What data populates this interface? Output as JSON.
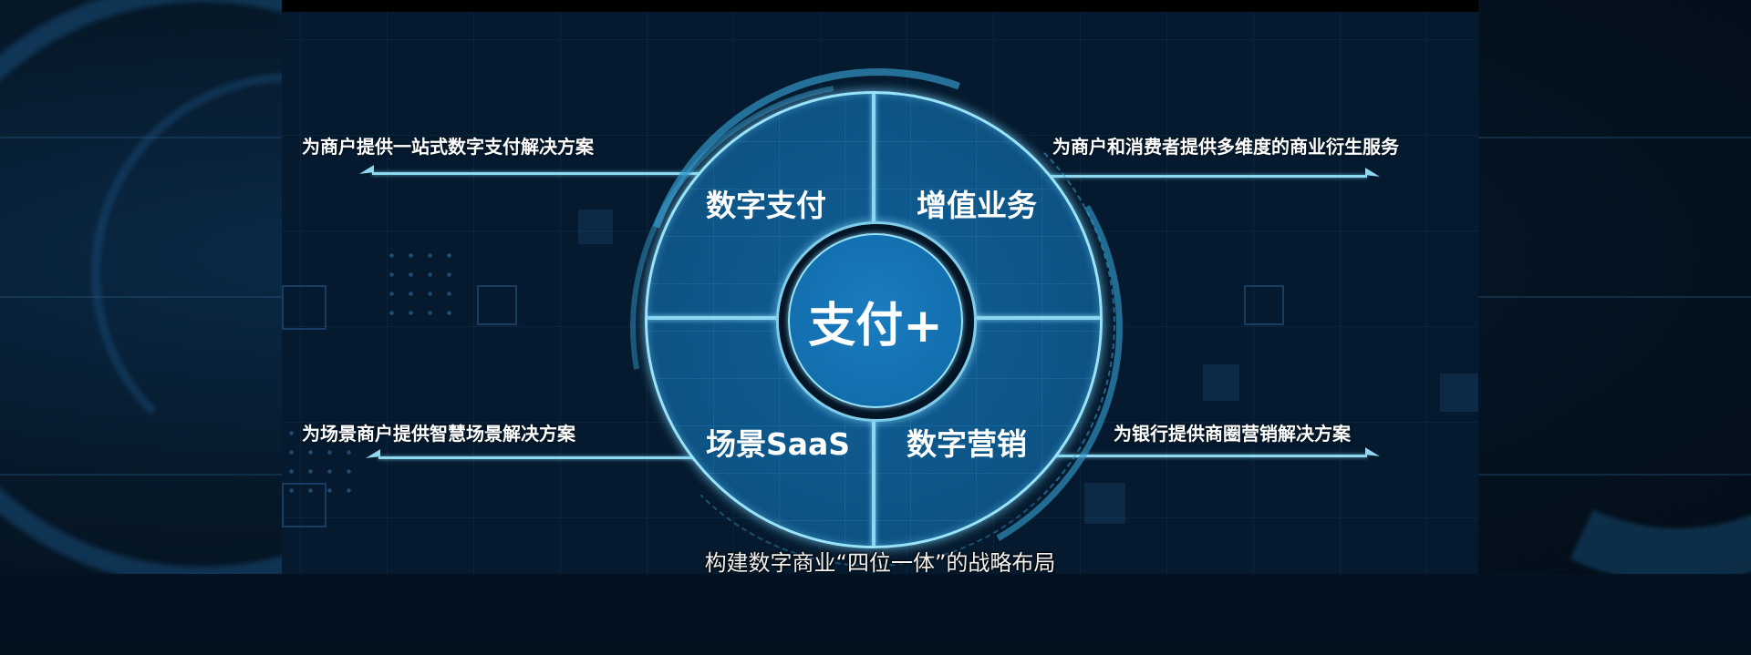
{
  "diagram": {
    "center": {
      "label": "支付+"
    },
    "quadrants": [
      {
        "position": "top-left",
        "label": "数字支付",
        "description": "为商户提供一站式数字支付解决方案"
      },
      {
        "position": "top-right",
        "label": "增值业务",
        "description": "为商户和消费者提供多维度的商业衍生服务"
      },
      {
        "position": "bottom-left",
        "label": "场景SaaS",
        "description": "为场景商户提供智慧场景解决方案"
      },
      {
        "position": "bottom-right",
        "label": "数字营销",
        "description": "为银行提供商圈营销解决方案"
      }
    ]
  },
  "subtitle": "构建数字商业“四位一体”的战略布局",
  "colors": {
    "background": "#051a2e",
    "disc": "#0d5587",
    "center": "#136fae",
    "glow_line": "#8fd8f0",
    "text": "#ffffff"
  }
}
